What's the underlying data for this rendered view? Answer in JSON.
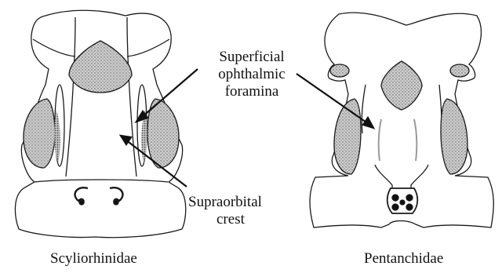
{
  "figure": {
    "labels": {
      "scyliorhinidae": "Scyliorhinidae",
      "pentanchidae": "Pentanchidae",
      "foramina_line1": "Superficial",
      "foramina_line2": "ophthalmic",
      "foramina_line3": "foramina",
      "crest_line1": "Supraorbital",
      "crest_line2": "crest"
    },
    "colors": {
      "outline": "#1a1a1a",
      "stipple": "#8a8a8a",
      "fill": "#ffffff"
    }
  }
}
